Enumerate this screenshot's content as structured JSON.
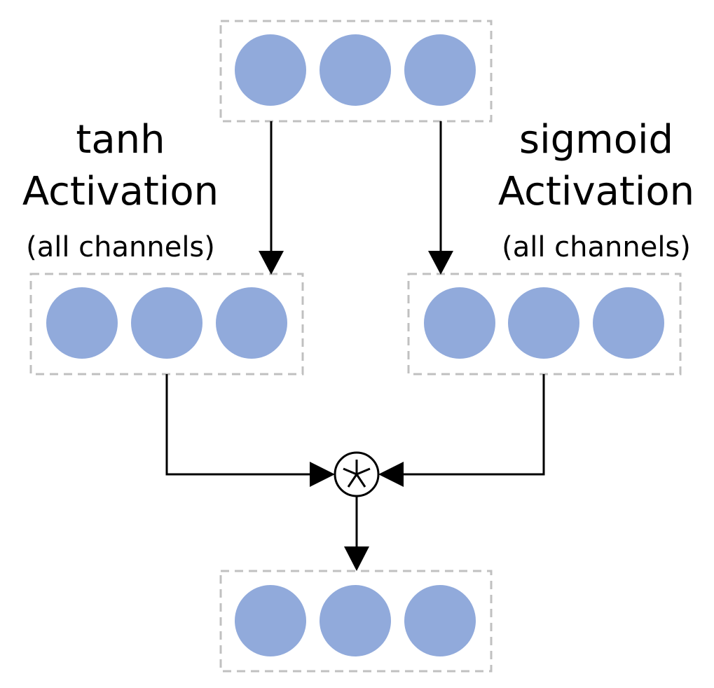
{
  "diagram": {
    "node_color": "#91aadb",
    "box_border_color": "#c0c0c0",
    "line_color": "#000000",
    "left_branch": {
      "title_line1": "tanh",
      "title_line2": "Activation",
      "subtitle": "(all channels)"
    },
    "right_branch": {
      "title_line1": "sigmoid",
      "title_line2": "Activation",
      "subtitle": "(all channels)"
    },
    "operator_icon": "elementwise-multiply-icon"
  }
}
